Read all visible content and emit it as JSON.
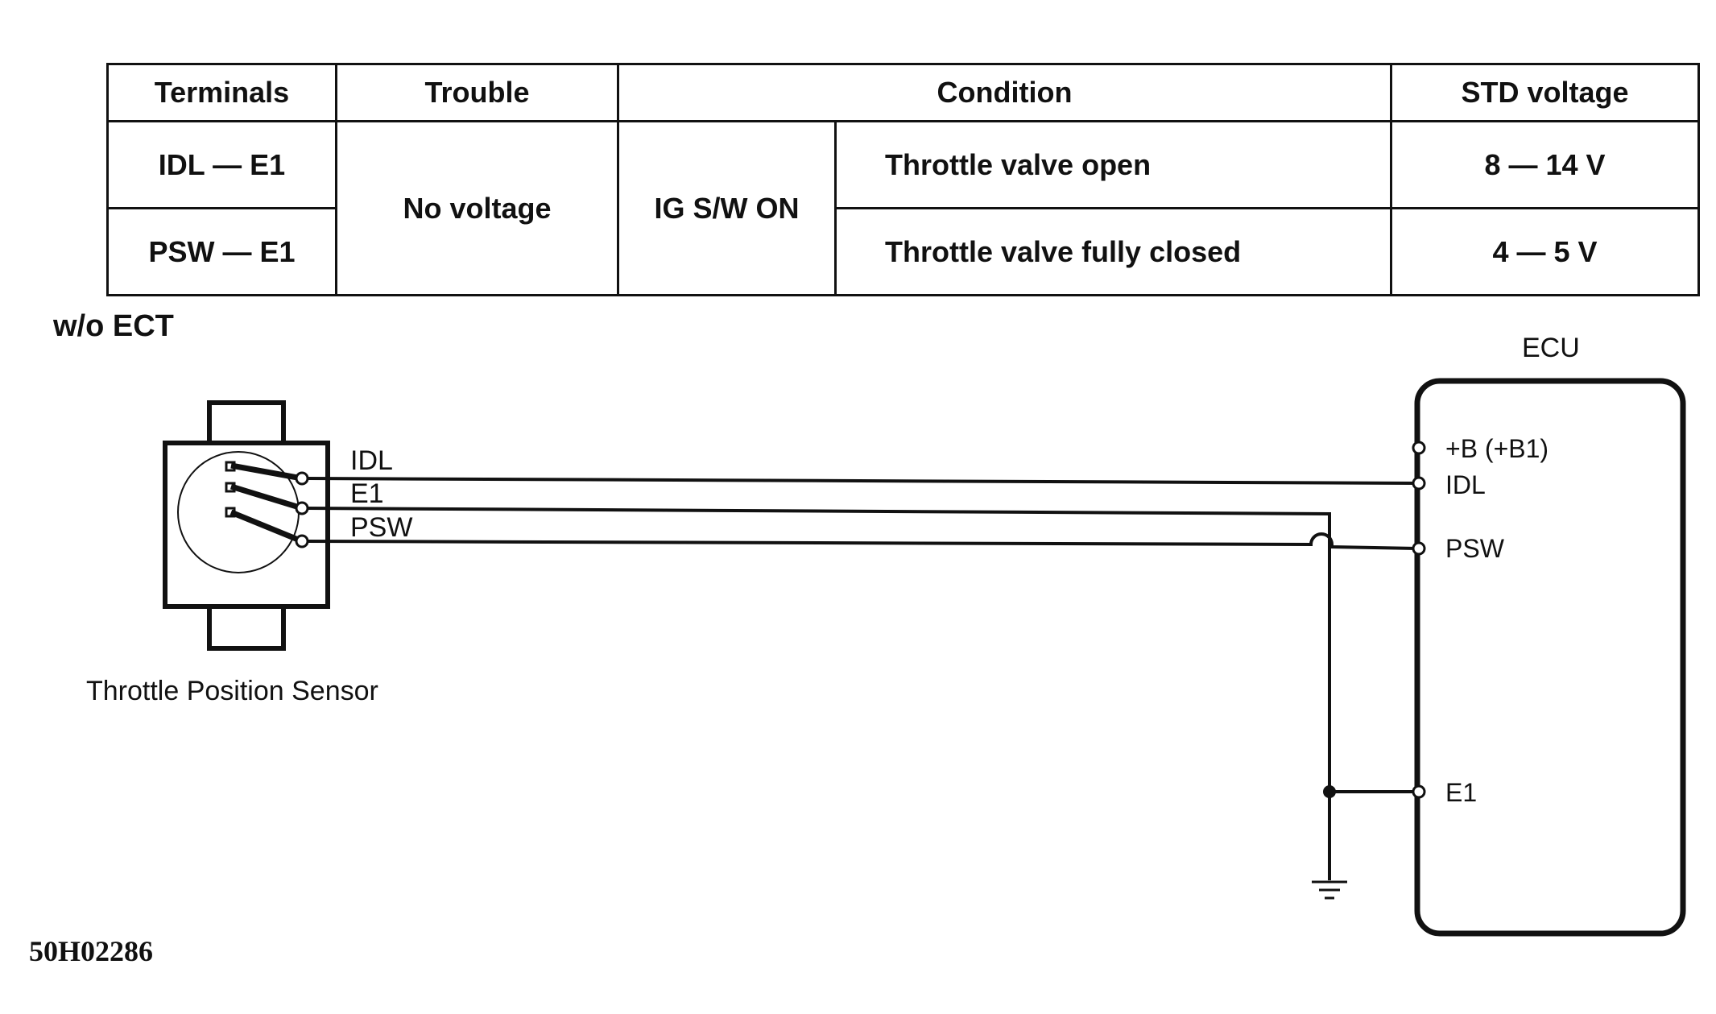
{
  "table": {
    "headers": {
      "terminals": "Terminals",
      "trouble": "Trouble",
      "condition": "Condition",
      "std_voltage": "STD voltage"
    },
    "rows": [
      {
        "terminals": "IDL — E1",
        "condition_detail": "Throttle valve open",
        "std_voltage": "8 — 14 V"
      },
      {
        "terminals": "PSW — E1",
        "condition_detail": "Throttle valve fully closed",
        "std_voltage": "4 — 5 V"
      }
    ],
    "trouble": "No voltage",
    "condition_main": "IG S/W ON"
  },
  "variant_label": "w/o ECT",
  "sensor": {
    "name": "Throttle Position Sensor",
    "terminals": [
      "IDL",
      "E1",
      "PSW"
    ]
  },
  "ecu": {
    "name": "ECU",
    "terminals": [
      "+B (+B1)",
      "IDL",
      "PSW",
      "E1"
    ]
  },
  "figure_code": "50H02286"
}
